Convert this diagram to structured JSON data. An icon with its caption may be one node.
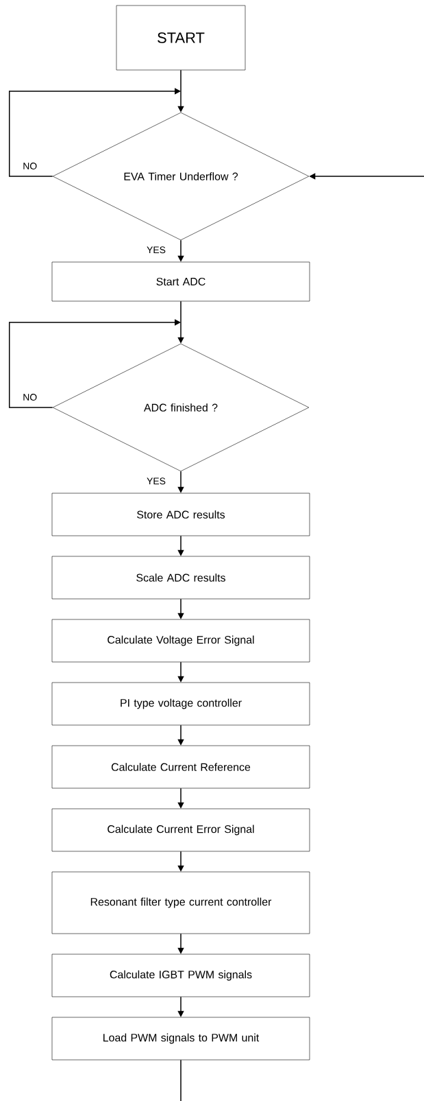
{
  "diagram": {
    "nodes": [
      {
        "text": [
          "START"
        ]
      },
      {
        "text": [
          "EVA Timer Underflow ?"
        ]
      },
      {
        "text": [
          "Start ADC"
        ]
      },
      {
        "text": [
          "ADC finished ?"
        ]
      },
      {
        "text": [
          "Store ADC results"
        ]
      },
      {
        "text": [
          "Scale ADC results"
        ]
      },
      {
        "text": [
          "Calculate Voltage Error Signal"
        ]
      },
      {
        "text": [
          "PI type voltage controller"
        ]
      },
      {
        "text": [
          "Calculate Current Reference"
        ]
      },
      {
        "text": [
          "Calculate Current Error Signal"
        ]
      },
      {
        "text": [
          "Resonant filter type current controller"
        ]
      },
      {
        "text": [
          "Calculate IGBT PWM signals"
        ]
      },
      {
        "text": [
          "Load PWM signals to PWM unit"
        ]
      }
    ],
    "edges": [
      {
        "from": 0,
        "to": 1,
        "arrow": "to"
      },
      {
        "from": 1,
        "to": 1,
        "arrow": "to",
        "label": "NO"
      },
      {
        "from": 1,
        "to": 2,
        "arrow": "to",
        "label": "YES"
      },
      {
        "from": null,
        "to": 1,
        "arrow": "to"
      },
      {
        "from": 2,
        "to": 3,
        "arrow": "to"
      },
      {
        "from": 3,
        "to": 3,
        "arrow": "to",
        "label": "NO"
      },
      {
        "from": 3,
        "to": 4,
        "arrow": "to",
        "label": "YES"
      },
      {
        "from": 4,
        "to": 5,
        "arrow": "to"
      },
      {
        "from": 5,
        "to": 6,
        "arrow": "to"
      },
      {
        "from": 6,
        "to": 7,
        "arrow": "to"
      },
      {
        "from": 7,
        "to": 8,
        "arrow": "to"
      },
      {
        "from": 8,
        "to": 9,
        "arrow": "to"
      },
      {
        "from": 9,
        "to": 10,
        "arrow": "to"
      },
      {
        "from": 10,
        "to": 11,
        "arrow": "to"
      },
      {
        "from": 11,
        "to": 12,
        "arrow": "to"
      },
      {
        "from": 12,
        "to": null,
        "arrow": "none"
      }
    ]
  }
}
